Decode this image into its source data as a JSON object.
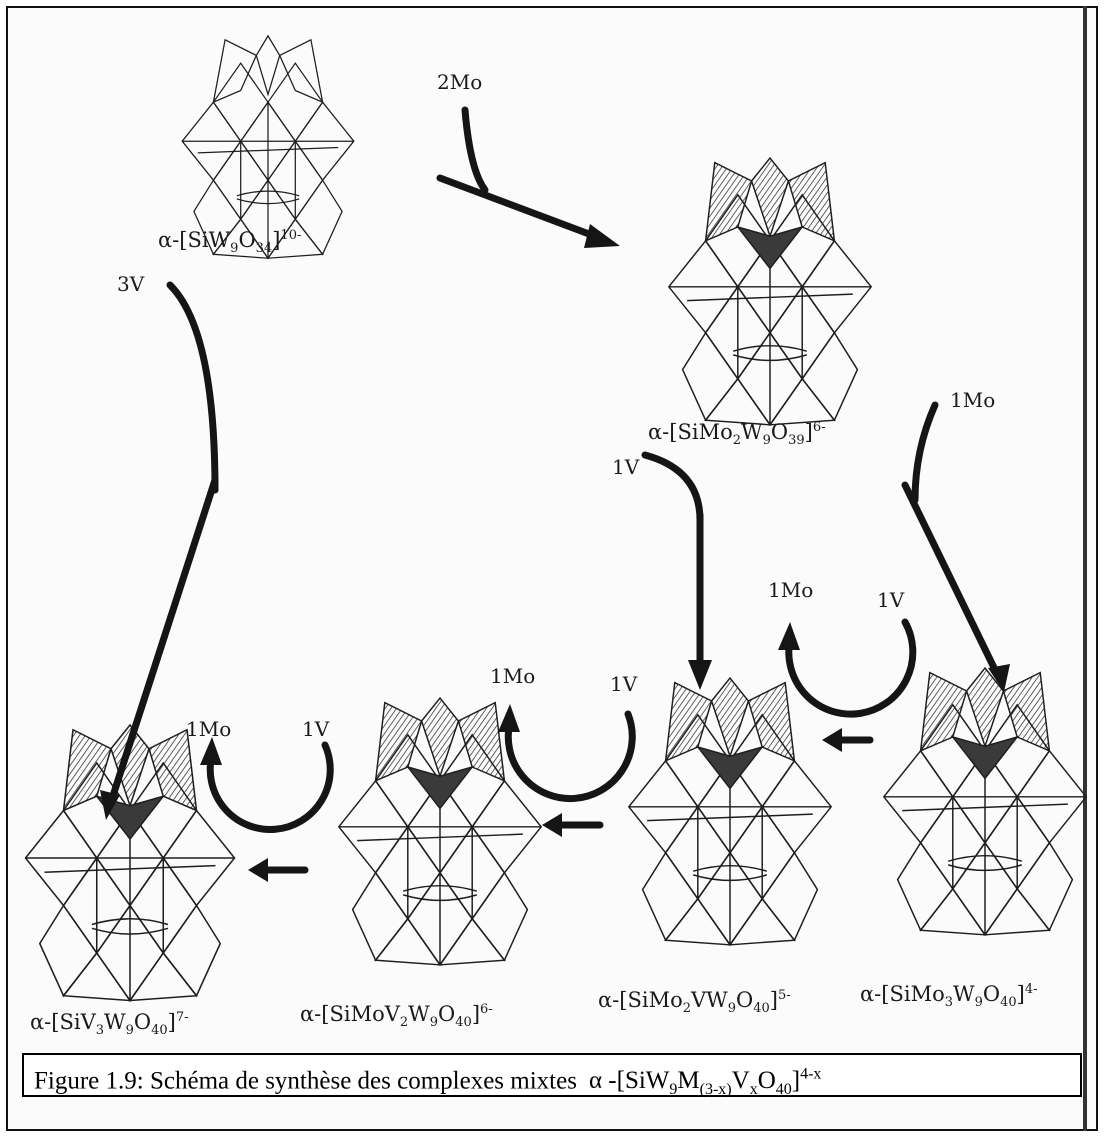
{
  "compounds": {
    "c1": {
      "pre": "α-[SiW",
      "s1": "9",
      "m1": "O",
      "s2": "34",
      "close": "]",
      "charge": "10-"
    },
    "c2": {
      "pre": "α-[SiMo",
      "s1": "2",
      "m1": "W",
      "s2": "9",
      "m2": "O",
      "s3": "39",
      "close": "]",
      "charge": "6-"
    },
    "c3": {
      "pre": "α-[SiMo",
      "s1": "3",
      "m1": "W",
      "s2": "9",
      "m2": "O",
      "s3": "40",
      "close": "]",
      "charge": "4-"
    },
    "c4": {
      "pre": "α-[SiMo",
      "s1": "2",
      "m1": "VW",
      "s2": "9",
      "m2": "O",
      "s3": "40",
      "close": "]",
      "charge": "5-"
    },
    "c5": {
      "pre": "α-[SiMoV",
      "s1": "2",
      "m1": "W",
      "s2": "9",
      "m2": "O",
      "s3": "40",
      "close": "]",
      "charge": "6-"
    },
    "c6": {
      "pre": "α-[SiV",
      "s1": "3",
      "m1": "W",
      "s2": "9",
      "m2": "O",
      "s3": "40",
      "close": "]",
      "charge": "7-"
    }
  },
  "reagents": {
    "r_2mo": "2Mo",
    "r_3v": "3V",
    "r_1mo_right": "1Mo",
    "r_1v_mid": "1V",
    "r_1mo_loop1": "1Mo",
    "r_1v_loop1": "1V",
    "r_1mo_loop2": "1Mo",
    "r_1v_loop2": "1V",
    "r_1mo_loop3": "1Mo",
    "r_1v_loop3": "1V"
  },
  "caption": {
    "text": "Figure 1.9: Schéma de synthèse des complexes mixtes",
    "f_pre": "α -[SiW",
    "f_s1": "9",
    "f_m1": "M",
    "f_s2": "(3-x)",
    "f_m2": "V",
    "f_s3": "x",
    "f_m3": "O",
    "f_s4": "40",
    "f_close": "]",
    "f_charge": "4-x"
  }
}
